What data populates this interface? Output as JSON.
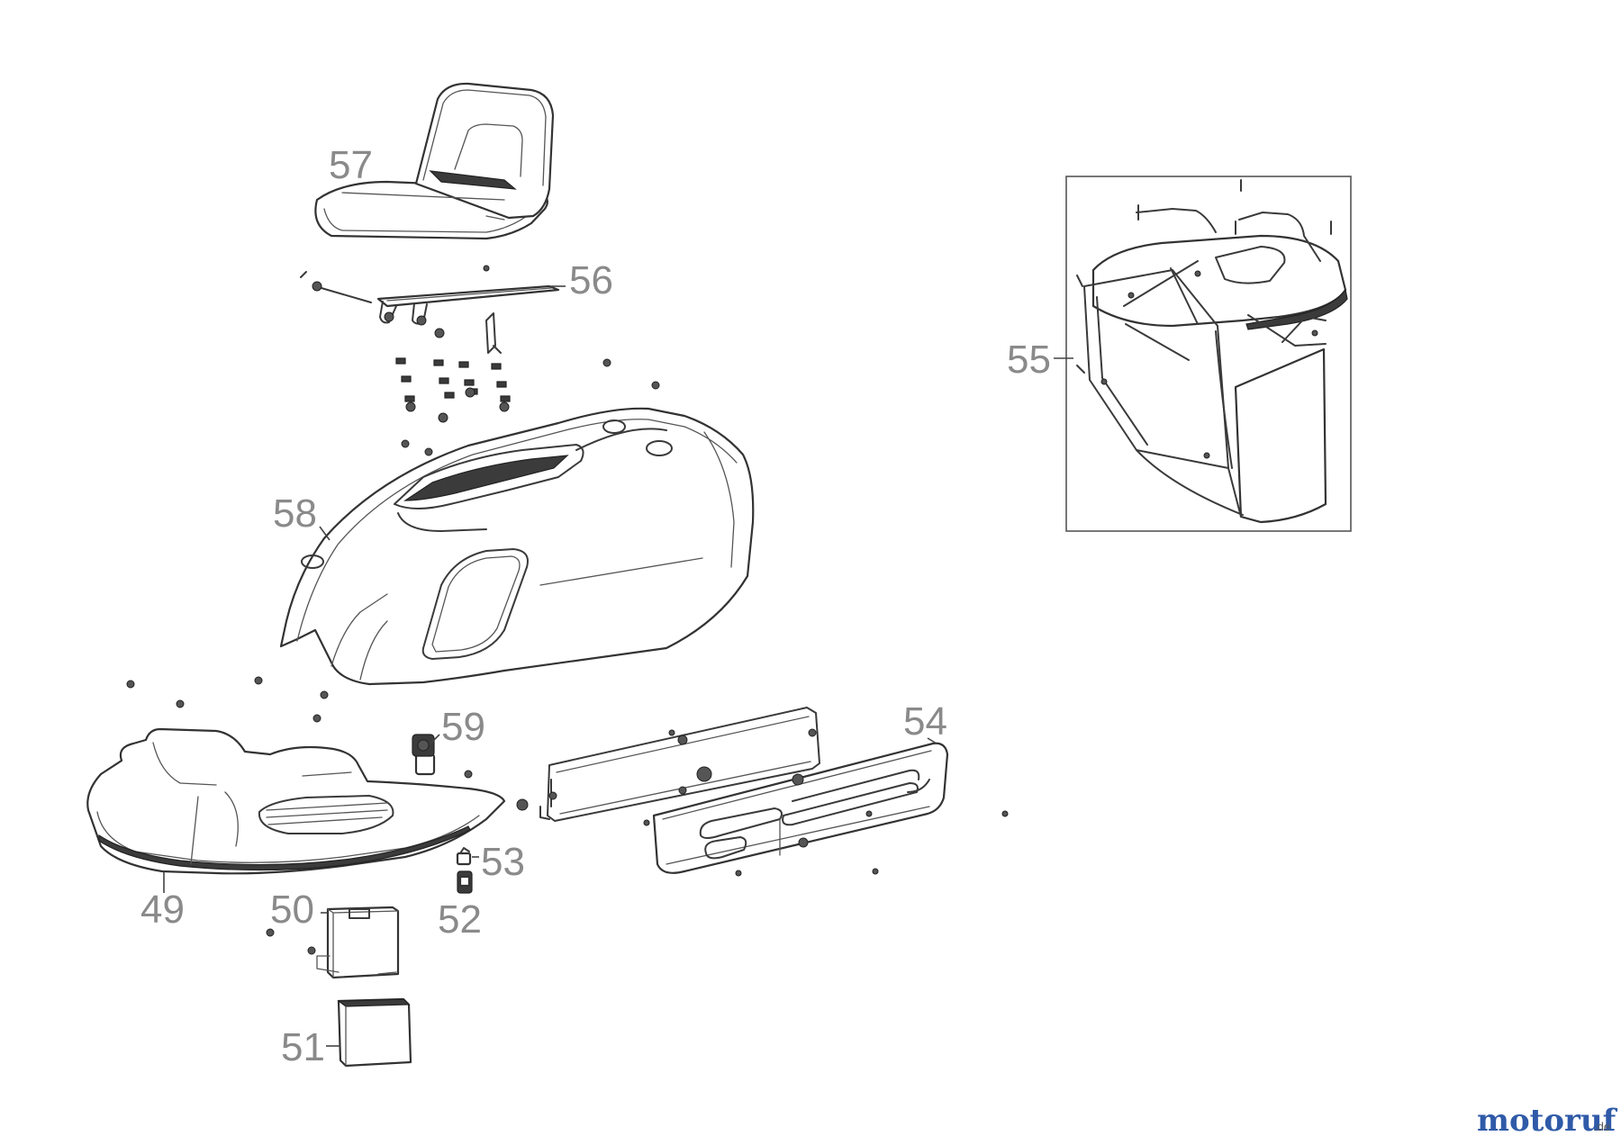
{
  "diagram": {
    "part_labels": {
      "p49": "49",
      "p50": "50",
      "p51": "51",
      "p52": "52",
      "p53": "53",
      "p54": "54",
      "p55": "55",
      "p56": "56",
      "p57": "57",
      "p58": "58",
      "p59": "59"
    },
    "label_color": "#8a8a8a",
    "line_color": "#3a3a3a"
  },
  "brand": {
    "text": "motoruf",
    "suffix": ".de",
    "color_primary": "#2f5aa8",
    "color_accent": "#e07a1f"
  }
}
